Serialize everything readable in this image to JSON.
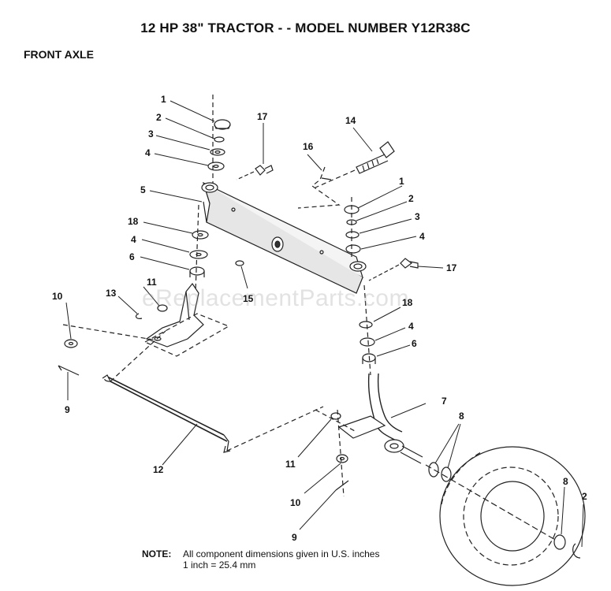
{
  "header": {
    "title": "12 HP 38\" TRACTOR - - MODEL NUMBER Y12R38C",
    "subtitle": "FRONT AXLE"
  },
  "watermark": "eReplacementParts.com",
  "note": {
    "label": "NOTE:",
    "line1": "All component dimensions given in U.S. inches",
    "line2": "1 inch = 25.4 mm"
  },
  "callouts": {
    "c1a": "1",
    "c2a": "2",
    "c3a": "3",
    "c4a": "4",
    "c5": "5",
    "c18a": "18",
    "c4b": "4",
    "c6a": "6",
    "c17a": "17",
    "c16": "16",
    "c14": "14",
    "c1b": "1",
    "c2b": "2",
    "c3b": "3",
    "c4c": "4",
    "c17b": "17",
    "c15": "15",
    "c11a": "11",
    "c13": "13",
    "c10a": "10",
    "c9a": "9",
    "c18b": "18",
    "c4d": "4",
    "c6b": "6",
    "c7": "7",
    "c8a": "8",
    "c12": "12",
    "c11b": "11",
    "c10b": "10",
    "c9b": "9",
    "c8b": "8",
    "c2c": "2"
  }
}
